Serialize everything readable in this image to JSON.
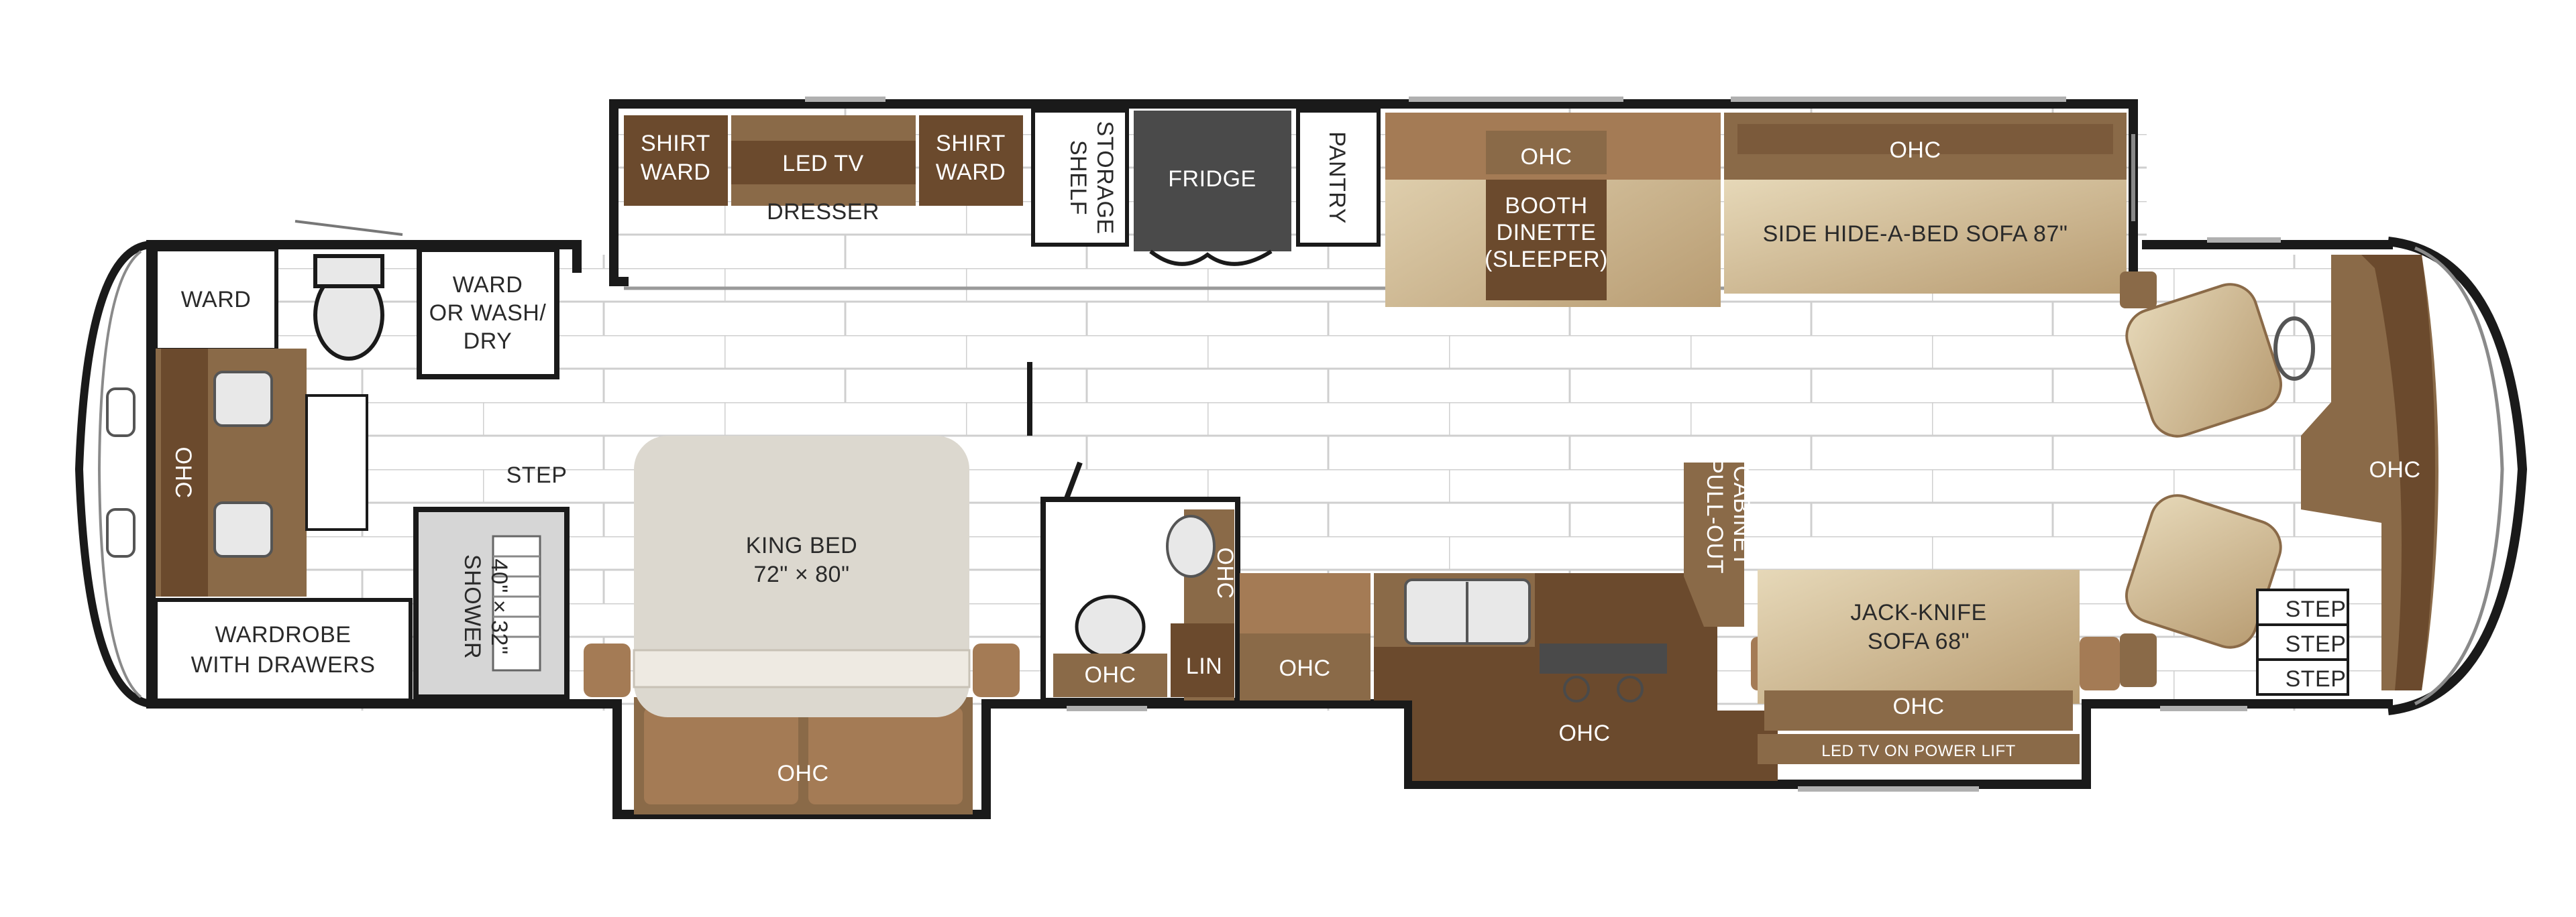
{
  "colors": {
    "wall": "#1a1a1a",
    "floor": "#ffffff",
    "floor_seam": "#c9c9c9",
    "cabinet_dark": "#6b4a2d",
    "cabinet_mid": "#8a6a48",
    "cabinet_light": "#a47b55",
    "upholstery": "#d9c7a2",
    "upholstery_shade": "#b89c72",
    "bed": "#dcd8cf",
    "fridge": "#4a4a4a",
    "fixture": "#e8e8e8"
  },
  "labels": {
    "shirt_ward_1": [
      "SHIRT",
      "WARD"
    ],
    "led_tv": "LED TV",
    "dresser": "DRESSER",
    "shirt_ward_2": [
      "SHIRT",
      "WARD"
    ],
    "shelf_storage": [
      "SHELF",
      "STORAGE"
    ],
    "fridge": "FRIDGE",
    "pantry": "PANTRY",
    "ohc_dinette": "OHC",
    "booth_dinette": [
      "BOOTH",
      "DINETTE",
      "(SLEEPER)"
    ],
    "ohc_sofa": "OHC",
    "side_sofa": "SIDE HIDE-A-BED SOFA 87\"",
    "ward": "WARD",
    "ward_wash": [
      "WARD",
      "OR WASH/",
      "DRY"
    ],
    "ohc_rear": "OHC",
    "step_rear": "STEP",
    "shower": [
      "SHOWER",
      "40\" × 32\""
    ],
    "wardrobe": [
      "WARDROBE",
      "WITH DRAWERS"
    ],
    "king_bed": [
      "KING BED",
      "72\" × 80\""
    ],
    "ohc_bed": "OHC",
    "ohc_bath_side": "OHC",
    "ohc_bath": "OHC",
    "lin": "LIN",
    "ohc_galley_1": "OHC",
    "pull_out_cabinet": [
      "PULL-OUT",
      "CABINET"
    ],
    "ohc_galley_2": "OHC",
    "jack_knife": [
      "JACK-KNIFE",
      "SOFA 68\""
    ],
    "ohc_jack": "OHC",
    "led_tv_lift": "LED TV ON POWER LIFT",
    "ohc_cockpit": "OHC",
    "steps": [
      "STEP",
      "STEP",
      "STEP"
    ]
  }
}
